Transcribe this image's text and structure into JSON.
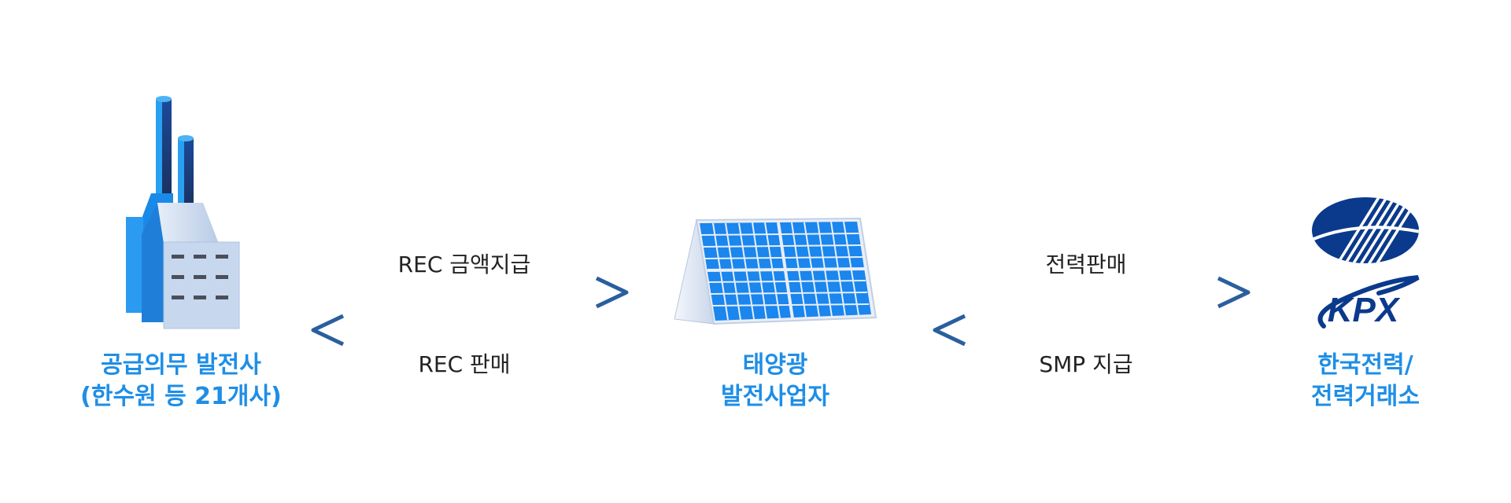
{
  "nodes": {
    "supplier": {
      "line1": "공급의무 발전사",
      "line2": "(한수원 등 21개사)"
    },
    "solar": {
      "line1": "태양광",
      "line2": "발전사업자"
    },
    "kpx": {
      "line1": "한국전력/",
      "line2": "전력거래소",
      "logo_text": "KPX"
    }
  },
  "flows": {
    "rec_payment": "REC 금액지급",
    "rec_sale": "REC 판매",
    "power_sale": "전력판매",
    "smp_payment": "SMP 지급"
  },
  "colors": {
    "label_blue": "#1e8ee6",
    "arrow_light": "#1fa8e0",
    "arrow_dark": "#2a5f9e",
    "logo_navy": "#0b3a8c"
  }
}
